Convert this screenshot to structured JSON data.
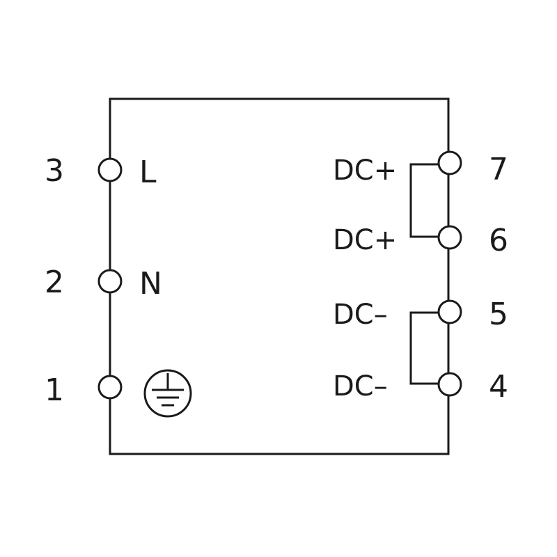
{
  "left_terminals": [
    {
      "number": "3",
      "label": "L"
    },
    {
      "number": "2",
      "label": "N"
    },
    {
      "number": "1",
      "label": "",
      "icon": "protective-earth-icon"
    }
  ],
  "right_terminals": [
    {
      "number": "7",
      "label": "DC+"
    },
    {
      "number": "6",
      "label": "DC+"
    },
    {
      "number": "5",
      "label": "DC–"
    },
    {
      "number": "4",
      "label": "DC–"
    }
  ],
  "colors": {
    "line": "#1a1a1a",
    "background": "#ffffff"
  }
}
